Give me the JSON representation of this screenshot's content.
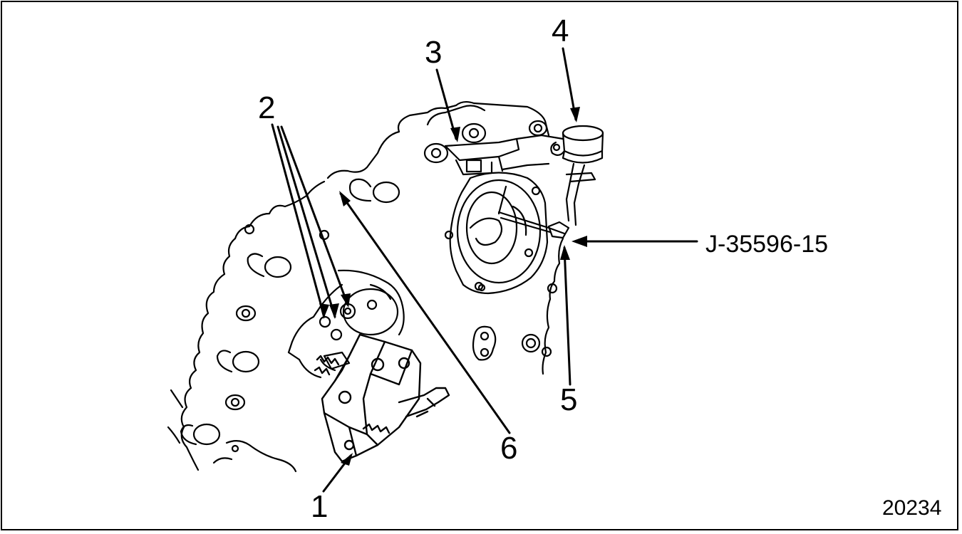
{
  "figure": {
    "figure_number": "20234",
    "callouts": {
      "c1": "1",
      "c2": "2",
      "c3": "3",
      "c4": "4",
      "c5": "5",
      "c6": "6"
    },
    "tool_label": "J-35596-15"
  },
  "colors": {
    "ink": "#000000",
    "paper": "#ffffff"
  }
}
